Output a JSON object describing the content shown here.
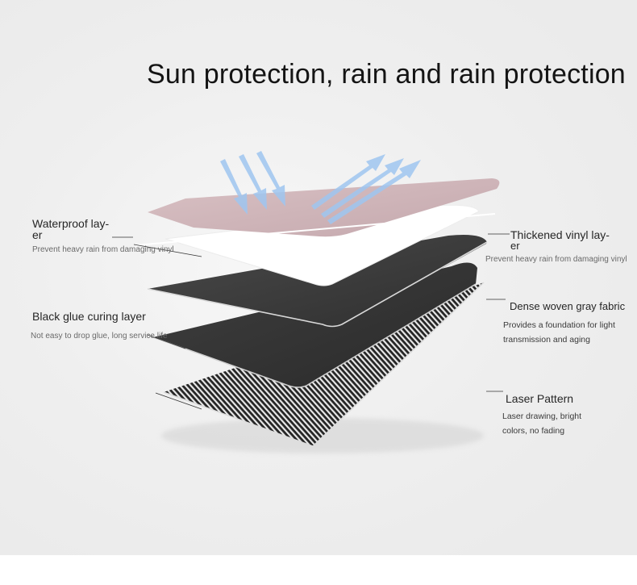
{
  "title": "Sun protection, rain and rain protection",
  "callouts": {
    "waterproof": {
      "heading_line1": "Waterproof lay-",
      "heading_line2": "er",
      "description": "Prevent heavy rain from damaging vinyl"
    },
    "black_glue": {
      "heading": "Black glue curing layer",
      "description": "Not easy to drop glue, long service life"
    },
    "vinyl": {
      "heading_line1": "Thickened vinyl lay-",
      "heading_line2": "er",
      "description": "Prevent heavy rain from damaging vinyl"
    },
    "fabric": {
      "heading": "Dense woven gray fabric",
      "description_line1": "Provides a foundation for light",
      "description_line2": "transmission and aging"
    },
    "laser": {
      "heading": "Laser Pattern",
      "description_line1": "Laser drawing, bright",
      "description_line2": "colors, no fading"
    }
  },
  "colors": {
    "top_layer": "#ccb2b6",
    "white_layer": "#ffffff",
    "dark_layer": "#3d3d3d",
    "glue_layer": "#333333",
    "arrows": "#9fc6f0",
    "stripe_dark": "#262626",
    "stripe_light": "#e6e6e6"
  },
  "icons": {
    "sun_arrows": "arrow-down-right-icon",
    "rain_arrows": "arrow-up-right-icon"
  }
}
